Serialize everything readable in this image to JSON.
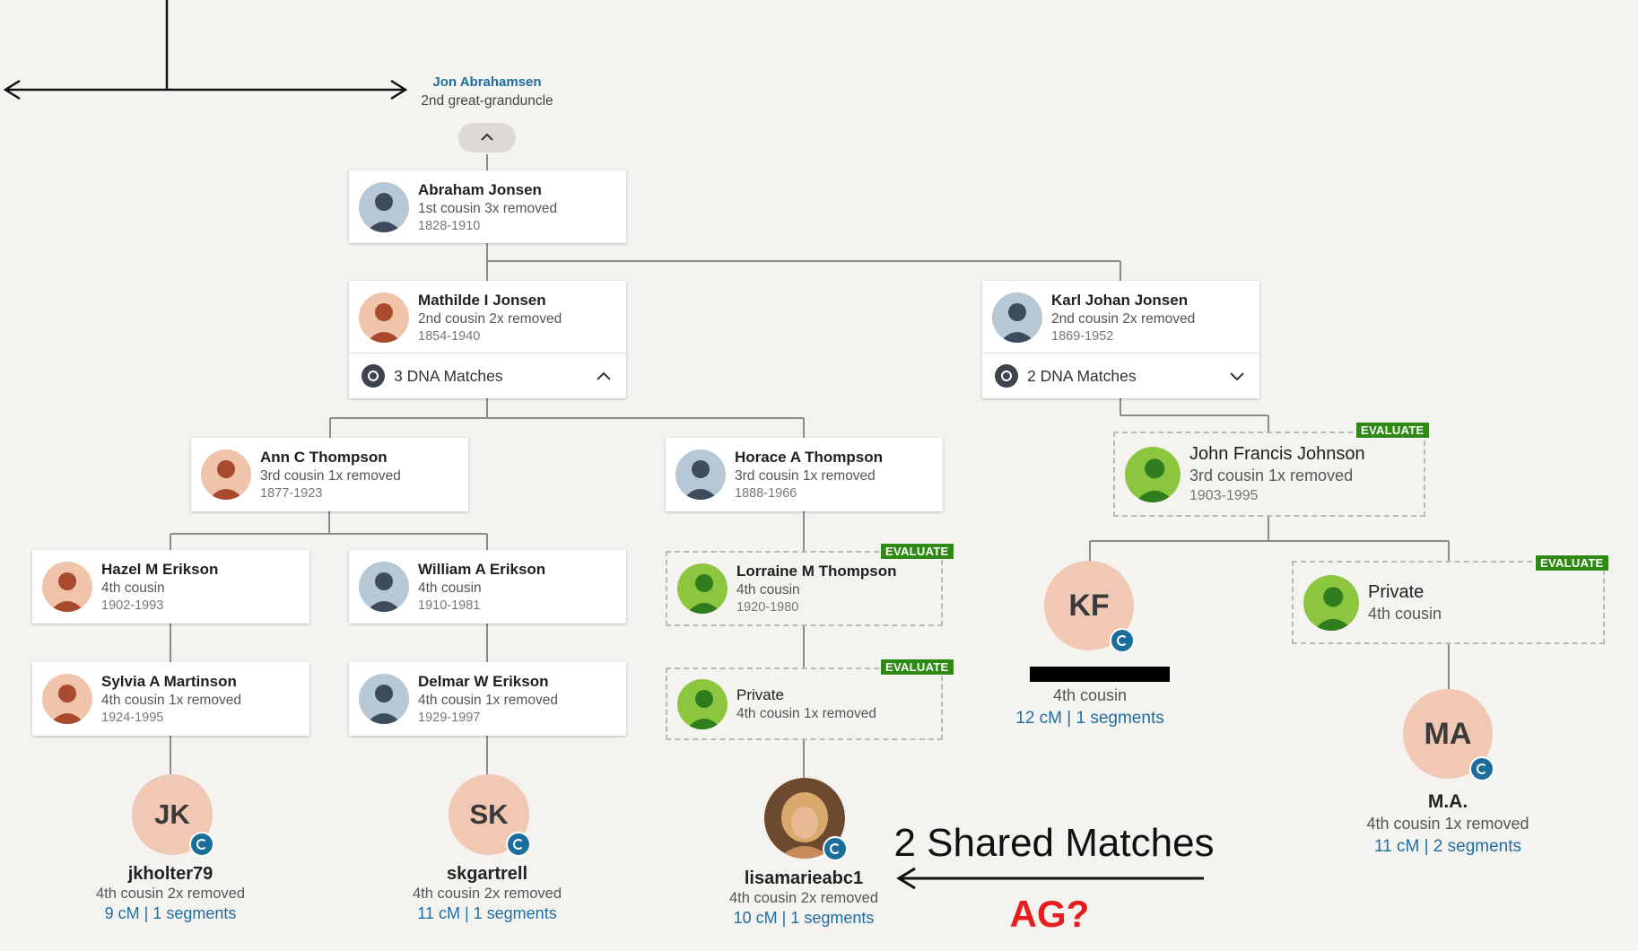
{
  "top_person": {
    "name": "Jon Abrahamsen",
    "relationship": "2nd great-granduncle"
  },
  "people": {
    "abraham": {
      "name": "Abraham Jonsen",
      "relationship": "1st cousin 3x removed",
      "years": "1828-1910"
    },
    "mathilde": {
      "name": "Mathilde I Jonsen",
      "relationship": "2nd cousin 2x removed",
      "years": "1854-1940",
      "dna": "3 DNA Matches"
    },
    "karl": {
      "name": "Karl Johan Jonsen",
      "relationship": "2nd cousin 2x removed",
      "years": "1869-1952",
      "dna": "2 DNA Matches"
    },
    "ann": {
      "name": "Ann C Thompson",
      "relationship": "3rd cousin 1x removed",
      "years": "1877-1923"
    },
    "horace": {
      "name": "Horace A Thompson",
      "relationship": "3rd cousin 1x removed",
      "years": "1888-1966"
    },
    "john": {
      "name": "John Francis Johnson",
      "relationship": "3rd cousin 1x removed",
      "years": "1903-1995",
      "badge": "EVALUATE"
    },
    "hazel": {
      "name": "Hazel M Erikson",
      "relationship": "4th cousin",
      "years": "1902-1993"
    },
    "william": {
      "name": "William A Erikson",
      "relationship": "4th cousin",
      "years": "1910-1981"
    },
    "lorraine": {
      "name": "Lorraine M Thompson",
      "relationship": "4th cousin",
      "years": "1920-1980",
      "badge": "EVALUATE"
    },
    "private1": {
      "name": "Private",
      "relationship": "4th cousin 1x removed",
      "badge": "EVALUATE"
    },
    "private2": {
      "name": "Private",
      "relationship": "4th cousin",
      "badge": "EVALUATE"
    },
    "sylvia": {
      "name": "Sylvia A Martinson",
      "relationship": "4th cousin 1x removed",
      "years": "1924-1995"
    },
    "delmar": {
      "name": "Delmar W Erikson",
      "relationship": "4th cousin 1x removed",
      "years": "1929-1997"
    }
  },
  "matches": {
    "jk": {
      "initials": "JK",
      "name": "jkholter79",
      "relationship": "4th cousin 2x removed",
      "shared": "9 cM | 1 segments"
    },
    "sk": {
      "initials": "SK",
      "name": "skgartrell",
      "relationship": "4th cousin 2x removed",
      "shared": "11 cM | 1 segments"
    },
    "lisa": {
      "name": "lisamarieabc1",
      "relationship": "4th cousin 2x removed",
      "shared": "10 cM | 1 segments"
    },
    "kf": {
      "initials": "KF",
      "relationship": "4th cousin",
      "shared": "12 cM | 1 segments"
    },
    "ma": {
      "initials": "MA",
      "name": "M.A.",
      "relationship": "4th cousin 1x removed",
      "shared": "11 cM | 2 segments"
    }
  },
  "annotations": {
    "shared_matches": "2 Shared Matches",
    "question": "AG?"
  },
  "colors": {
    "link": "#1e6fa0",
    "evaluate": "#2e8a14",
    "annotation_red": "#e81c1c"
  }
}
